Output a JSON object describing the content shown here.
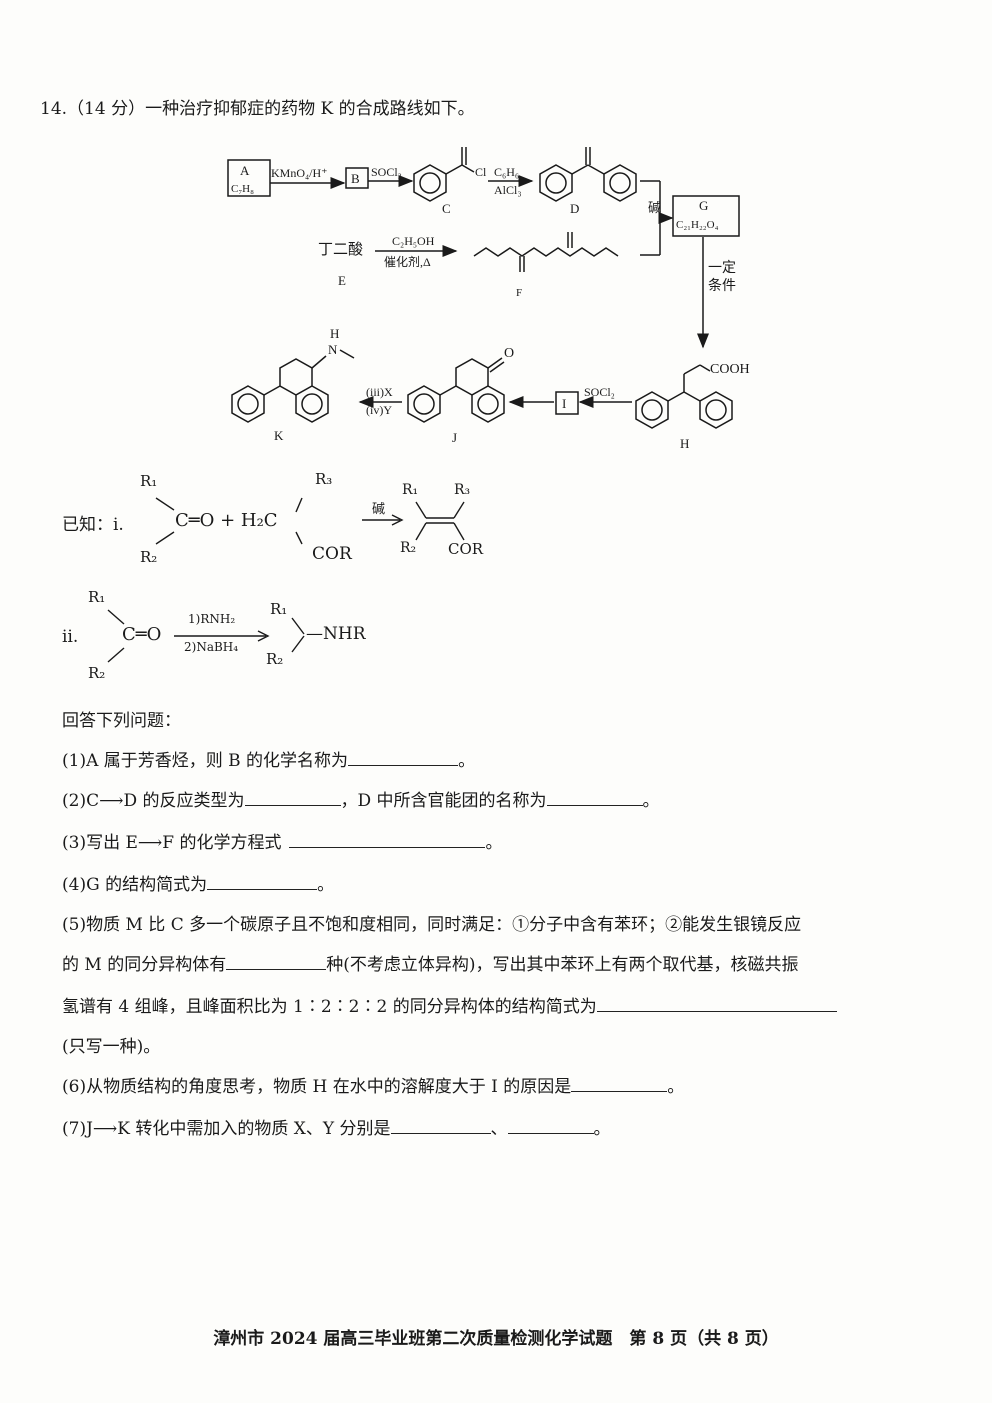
{
  "question": {
    "header": "14.（14 分）一种治疗抑郁症的药物 K 的合成路线如下。"
  },
  "scheme": {
    "A_top": "A",
    "A_bottom": "C₇H₈",
    "step_AB": "KMnO₄/H⁺",
    "B": "B",
    "step_BC": "SOCl₂",
    "C_label": "C",
    "Cl": "Cl",
    "step_CD_top": "C₆H₆",
    "step_CD_bottom": "AlCl₃",
    "D_label": "D",
    "step_DG": "碱",
    "G_top": "G",
    "G_bottom": "C₂₁H₂₂O₄",
    "E_name": "丁二酸",
    "E_label": "E",
    "step_EF_top": "C₂H₅OH",
    "step_EF_bottom": "催化剂,Δ",
    "F_label": "F",
    "step_GH_line1": "一定",
    "step_GH_line2": "条件",
    "H_group": "COOH",
    "H_label": "H",
    "step_HI": "SOCl₂",
    "I": "I",
    "J_label": "J",
    "O": "O",
    "step_JK_top": "(iii)X",
    "step_JK_bottom": "(iv)Y",
    "K_label": "K",
    "NH": "H",
    "N": "N"
  },
  "known": {
    "label": "已知：ⅰ.",
    "r1": "R₁",
    "r2": "R₂",
    "r3": "R₃",
    "carbonyl": "C═O + H₂C",
    "cor": "COR",
    "base": "碱",
    "p_r1": "R₁",
    "p_r3": "R₃",
    "p_r2": "R₂",
    "p_cor": "COR",
    "label2": "ⅱ.",
    "r1b": "R₁",
    "r2b": "R₂",
    "carbonyl2": "C═O",
    "cond1": "1)RNH₂",
    "cond2": "2)NaBH₄",
    "p2_r1": "R₁",
    "p2_r2": "R₂",
    "p2_nhr": "—NHR"
  },
  "answer_prompt": "回答下列问题：",
  "q1": {
    "text": "(1)A 属于芳香烃，则 B 的化学名称为",
    "end": "。"
  },
  "q2": {
    "part1": "(2)C⟶D 的反应类型为",
    "part2": "，D 中所含官能团的名称为",
    "end": "。"
  },
  "q3": {
    "text": "(3)写出 E⟶F 的化学方程式",
    "end": "。"
  },
  "q4": {
    "text": "(4)G 的结构简式为",
    "end": "。"
  },
  "q5": {
    "line1": "(5)物质 M 比 C 多一个碳原子且不饱和度相同，同时满足：①分子中含有苯环；②能发生银镜反应",
    "line2a": "的 M 的同分异构体有",
    "line2b": "种(不考虑立体异构)，写出其中苯环上有两个取代基，核磁共振",
    "line3": "氢谱有 4 组峰，且峰面积比为 1∶2∶2∶2 的同分异构体的结构简式为",
    "line4": "(只写一种)。"
  },
  "q6": {
    "text": "(6)从物质结构的角度思考，物质 H 在水中的溶解度大于 I 的原因是",
    "end": "。"
  },
  "q7": {
    "text": "(7)J⟶K 转化中需加入的物质 X、Y 分别是",
    "sep": "、",
    "end": "。"
  },
  "footer": "漳州市 2024 届高三毕业班第二次质量检测化学试题　第 8 页（共 8 页）"
}
